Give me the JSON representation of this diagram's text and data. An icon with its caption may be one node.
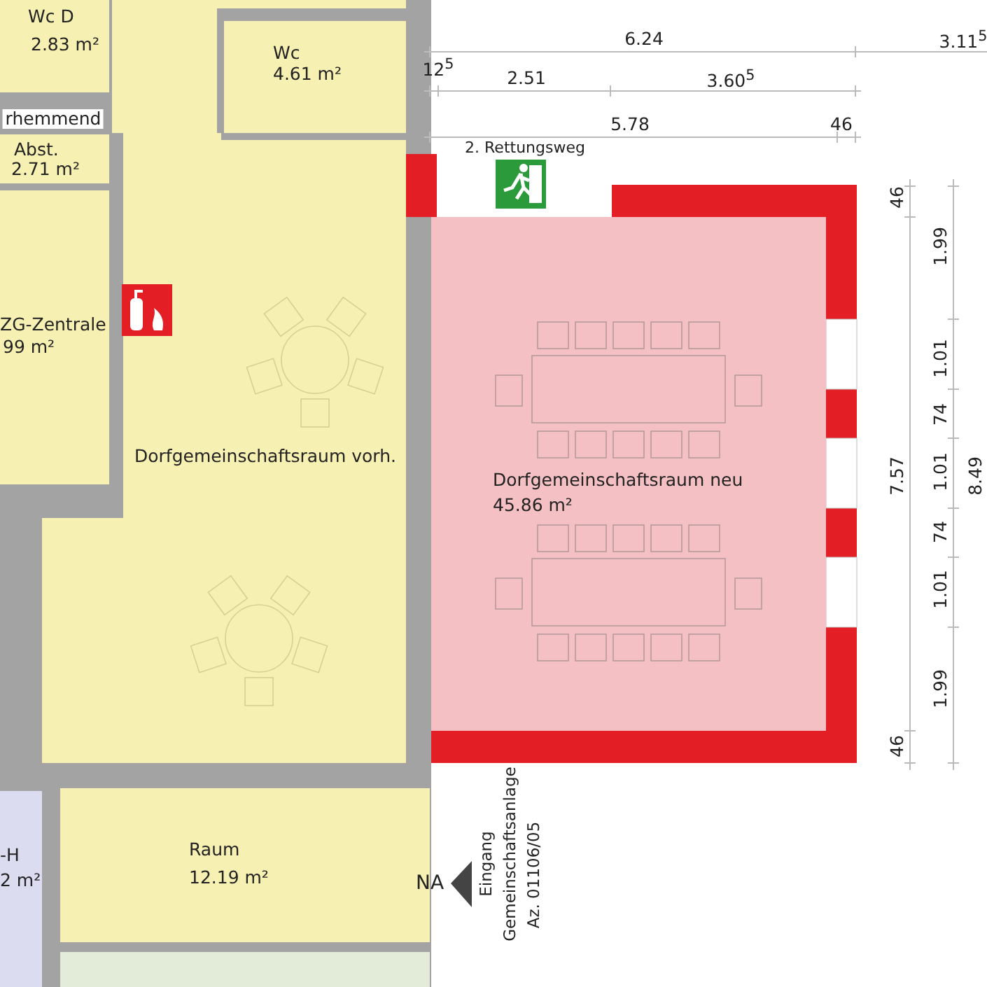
{
  "diagram": {
    "nodes": [
      {
        "text": [
          "Wc D",
          "2.83 m²"
        ]
      },
      {
        "text": [
          "Wc",
          "4.61 m²"
        ]
      },
      {
        "text": [
          "Abst.",
          "2.71 m²"
        ]
      },
      {
        "text": [
          "ZG-Zentrale",
          "99 m²"
        ]
      },
      {
        "text": [
          "Dorfgemeinschaftsraum vorh."
        ]
      },
      {
        "text": [
          "Dorfgemeinschaftsraum neu",
          "45.86 m²"
        ]
      },
      {
        "text": [
          "-H",
          "2 m²"
        ]
      },
      {
        "text": [
          "Raum",
          "12.19 m²"
        ]
      }
    ],
    "labels": [
      "6.24",
      "3.11$^{5}$",
      "12$^{5}$",
      "2.51",
      "3.60$^{5}$",
      "5.78",
      "46",
      "rhemmend",
      "2. Rettungsweg",
      "46",
      "1.99",
      "1.01",
      "74",
      "7.57",
      "1.01",
      "8.49",
      "74",
      "1.01",
      "1.99",
      "46",
      "NA",
      "Eingang",
      "Gemeinschaftsanlage",
      "Az. 01106/05"
    ]
  }
}
